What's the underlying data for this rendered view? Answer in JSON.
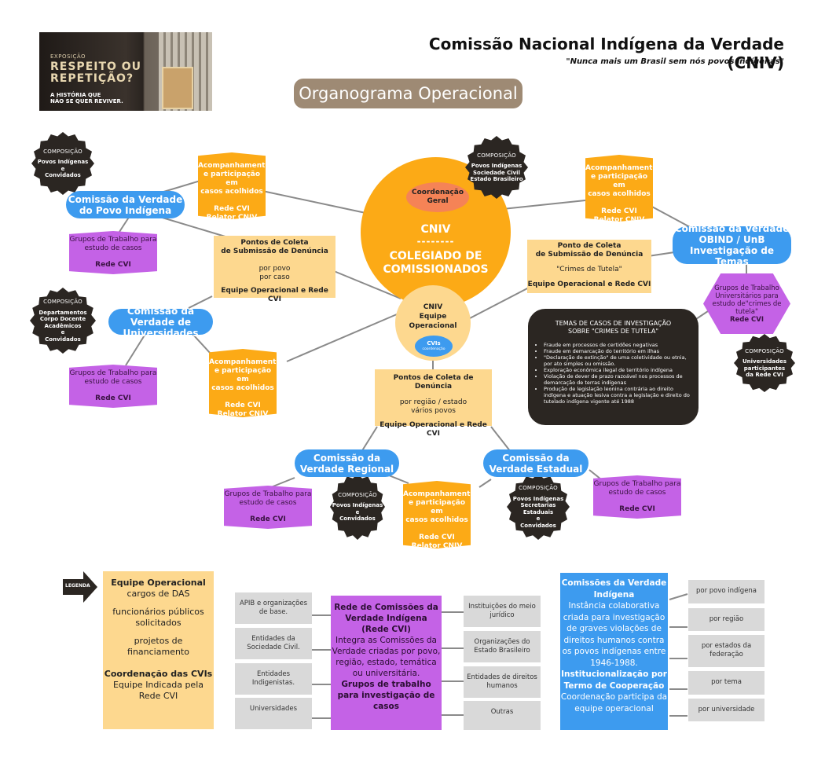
{
  "header": {
    "title": "Comissão Nacional Indígena da Verdade (CNIV)",
    "subtitle": "\"Nunca mais um Brasil sem nós povos indígenas\"",
    "org_title": "Organograma Operacional"
  },
  "banner": {
    "small": "EXPOSIÇÃO",
    "line1": "RESPEITO OU",
    "line2": "REPETIÇÃO?",
    "sub1": "A HISTÓRIA QUE",
    "sub2": "NÃO SE QUER REVIVER."
  },
  "center": {
    "coordenacao": "Coordenação Geral",
    "cniv": "CNIV",
    "dashes": "--------",
    "colegiado": "COLEGIADO DE COMISSIONADOS",
    "equipe_l1": "CNIV",
    "equipe_l2": "Equipe",
    "equipe_l3": "Operacional",
    "cvis": "CVIs",
    "cvis_sub": "coordenação"
  },
  "composicao_label": "COMPOSIÇÃO",
  "stars": {
    "povo": [
      "Povos Indígenas",
      "e",
      "Convidados"
    ],
    "geral": [
      "Povos Indígenas",
      "Sociedade Civil",
      "Estado Brasileiro"
    ],
    "universidades": [
      "Departamentos",
      "Corpo Docente",
      "Acadêmicos",
      "e",
      "Convidados"
    ],
    "obind": [
      "Universidades",
      "participantes",
      "da Rede CVI"
    ],
    "regional": [
      "Povos Indígenas",
      "e",
      "Convidados"
    ],
    "estadual": [
      "Povos Indígenas",
      "Secretarias",
      "Estaduais",
      "e",
      "Convidados"
    ]
  },
  "commissions": {
    "povo": "Comissão da Verdade do Povo Indígena",
    "universidades": "Comissão da Verdade de Universidades",
    "obind": "Comissão da Verdade OBIND / UnB Investigação de Temas",
    "regional": "Comissão da Verdade Regional",
    "estadual": "Comissão da Verdade Estadual"
  },
  "acompanhamento": {
    "l1": "Acompanhamento",
    "l2": "e participação em",
    "l3": "casos acolhidos",
    "l4": "Rede CVI",
    "l5": "Relator CNIV"
  },
  "grupos": {
    "l1": "Grupos de Trabalho para",
    "l2": "estudo de casos",
    "l3": "Rede CVI"
  },
  "grupos_univ": {
    "l1": "Grupos de Trabalho Universitários para estudo de\"crimes de tutela\"",
    "l2": "Rede CVI"
  },
  "coleta_povo": {
    "title1": "Pontos de Coleta",
    "title2": "de Submissão de Denúncia",
    "l1": "por povo",
    "l2": "por caso",
    "footer": "Equipe Operacional e Rede CVI"
  },
  "coleta_tutela": {
    "title1": "Ponto de Coleta",
    "title2": "de Submissão de Denúncia",
    "l1": "\"Crimes de Tutela\"",
    "footer": "Equipe Operacional e Rede CVI"
  },
  "coleta_regiao": {
    "title": "Pontos de Coleta de Denúncia",
    "l1": "por região / estado",
    "l2": "vários povos",
    "footer": "Equipe Operacional e Rede CVI"
  },
  "temas": {
    "title1": "TEMAS DE CASOS DE INVESTIGAÇÃO",
    "title2": "SOBRE \"CRIMES DE TUTELA\"",
    "items": [
      "Fraude em processos de certidões negativas",
      "Fraude em demarcação do território em ilhas",
      "\"Declaração de extinção\" de uma coletividade ou etnia, por ato simples ou omissão.",
      "Exploração econômica  ilegal de território indígena",
      "Violação de dever de prazo razoável nos processos de demarcação de terras indígenas",
      "Produção de legislação leonina contrária ao direito indígena e atuação lesiva contra  a legislação e direito do tutelado indígena vigente até 1988"
    ]
  },
  "legend": {
    "arrow_label": "LEGENDA",
    "equipe": {
      "title": "Equipe Operacional",
      "l1": "cargos de DAS",
      "l2": "funcionários públicos solicitados",
      "l3": "projetos de financiamento",
      "title2": "Coordenação das CVIs",
      "l4": "Equipe Indicada pela Rede CVI"
    },
    "rede_left": [
      "APIB e organizações de base.",
      "Entidades da Sociedade Civil.",
      "Entidades Indigenistas.",
      "Universidades"
    ],
    "rede_right": [
      "Instituições do meio jurídico",
      "Organizações do Estado Brasileiro",
      "Entidades de direitos humanos",
      "Outras"
    ],
    "rede": {
      "title": "Rede de Comissões da Verdade Indígena (Rede CVI)",
      "body": "Integra as Comissões da Verdade criadas por povo, região, estado, temática ou universitária.",
      "footer": "Grupos de trabalho para investigação de casos"
    },
    "cvi": {
      "title": "Comissões da Verdade Indígena",
      "body": "Instância colaborativa criada para investigação de graves violações de direitos humanos contra os povos indígenas entre 1946-1988.",
      "title2": "Institucionalização por Termo de Cooperação",
      "footer": "Coordenação participa da equipe operacional"
    },
    "cvi_types": [
      "por povo indígena",
      "por região",
      "por estados da federação",
      "por tema",
      "por universidade"
    ]
  },
  "colors": {
    "blue": "#3d9bef",
    "orange": "#fcaa16",
    "tan": "#fdd88f",
    "purple": "#c462e6",
    "dark": "#2b2622",
    "coral": "#f58356",
    "grey": "#d9d9d9",
    "title_badge": "#9e8a74"
  }
}
